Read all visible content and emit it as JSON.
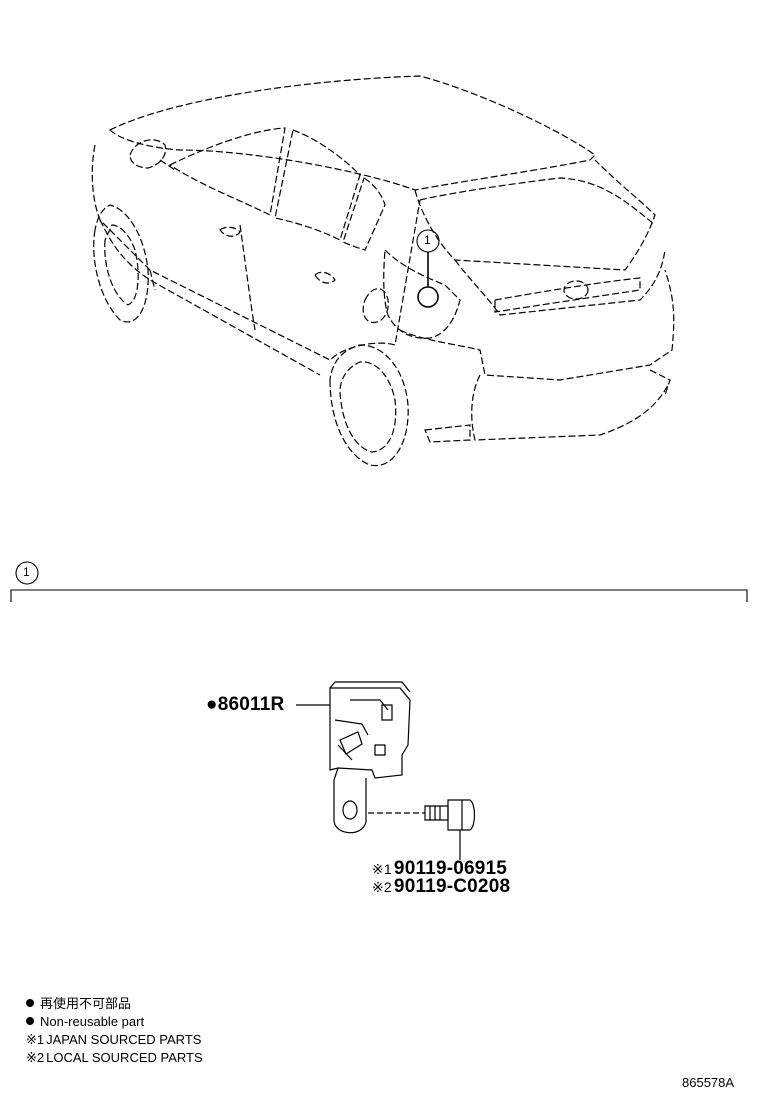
{
  "callouts": [
    {
      "id": "callout-1-car",
      "label": "1"
    },
    {
      "id": "callout-1-section",
      "label": "1"
    }
  ],
  "parts": {
    "main": {
      "symbol": "●",
      "number": "86011R"
    },
    "bolt_japan": {
      "mark": "※1",
      "number": "90119-06915"
    },
    "bolt_local": {
      "mark": "※2",
      "number": "90119-C0208"
    }
  },
  "legend": {
    "non_reusable_jp": "再使用不可部品",
    "non_reusable_en": "Non-reusable part",
    "japan_mark": "※1",
    "japan_text": "JAPAN SOURCED PARTS",
    "local_mark": "※2",
    "local_text": "LOCAL SOURCED PARTS"
  },
  "diagram_id": "865578A"
}
